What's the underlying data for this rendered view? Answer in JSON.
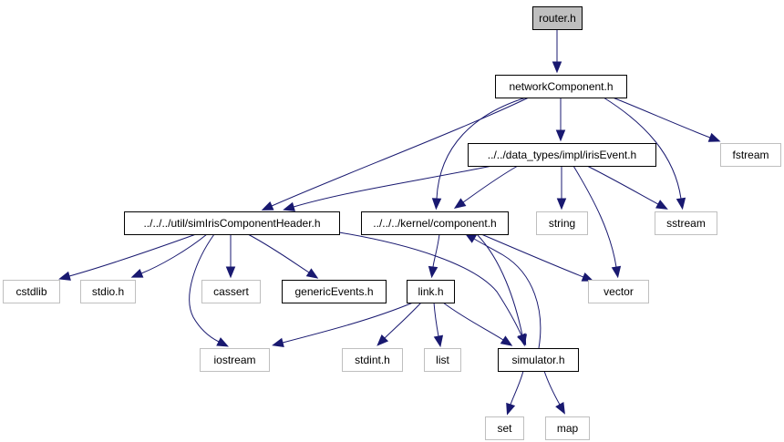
{
  "colors": {
    "edge": "#191970",
    "root_fill": "#bfbfbf",
    "documented_border": "#000000",
    "external_border": "#bfbfbf",
    "text": "#000000"
  },
  "nodes": [
    {
      "id": "router",
      "label": "router.h",
      "kind": "root"
    },
    {
      "id": "networkComponent",
      "label": "networkComponent.h",
      "kind": "documented"
    },
    {
      "id": "irisEvent",
      "label": "../../data_types/impl/irisEvent.h",
      "kind": "documented"
    },
    {
      "id": "fstream",
      "label": "fstream",
      "kind": "external"
    },
    {
      "id": "simIris",
      "label": "../../../util/simIrisComponentHeader.h",
      "kind": "documented"
    },
    {
      "id": "component",
      "label": "../../../kernel/component.h",
      "kind": "documented"
    },
    {
      "id": "string",
      "label": "string",
      "kind": "external"
    },
    {
      "id": "sstream",
      "label": "sstream",
      "kind": "external"
    },
    {
      "id": "cstdlib",
      "label": "cstdlib",
      "kind": "external"
    },
    {
      "id": "stdio",
      "label": "stdio.h",
      "kind": "external"
    },
    {
      "id": "cassert",
      "label": "cassert",
      "kind": "external"
    },
    {
      "id": "genericEvents",
      "label": "genericEvents.h",
      "kind": "documented"
    },
    {
      "id": "link",
      "label": "link.h",
      "kind": "documented"
    },
    {
      "id": "vector",
      "label": "vector",
      "kind": "external"
    },
    {
      "id": "iostream",
      "label": "iostream",
      "kind": "external"
    },
    {
      "id": "stdint",
      "label": "stdint.h",
      "kind": "external"
    },
    {
      "id": "list",
      "label": "list",
      "kind": "external"
    },
    {
      "id": "simulator",
      "label": "simulator.h",
      "kind": "documented"
    },
    {
      "id": "set",
      "label": "set",
      "kind": "external"
    },
    {
      "id": "map",
      "label": "map",
      "kind": "external"
    }
  ],
  "edges": [
    {
      "from": "router",
      "to": "networkComponent"
    },
    {
      "from": "networkComponent",
      "to": "irisEvent"
    },
    {
      "from": "networkComponent",
      "to": "fstream"
    },
    {
      "from": "networkComponent",
      "to": "sstream"
    },
    {
      "from": "networkComponent",
      "to": "simIris"
    },
    {
      "from": "networkComponent",
      "to": "component"
    },
    {
      "from": "irisEvent",
      "to": "simIris"
    },
    {
      "from": "irisEvent",
      "to": "component"
    },
    {
      "from": "irisEvent",
      "to": "string"
    },
    {
      "from": "irisEvent",
      "to": "sstream"
    },
    {
      "from": "irisEvent",
      "to": "vector"
    },
    {
      "from": "simIris",
      "to": "cstdlib"
    },
    {
      "from": "simIris",
      "to": "stdio"
    },
    {
      "from": "simIris",
      "to": "cassert"
    },
    {
      "from": "simIris",
      "to": "genericEvents"
    },
    {
      "from": "simIris",
      "to": "iostream"
    },
    {
      "from": "simIris",
      "to": "simulator"
    },
    {
      "from": "component",
      "to": "link"
    },
    {
      "from": "component",
      "to": "vector"
    },
    {
      "from": "component",
      "to": "simulator"
    },
    {
      "from": "link",
      "to": "iostream"
    },
    {
      "from": "link",
      "to": "stdint"
    },
    {
      "from": "link",
      "to": "list"
    },
    {
      "from": "link",
      "to": "simulator"
    },
    {
      "from": "simulator",
      "to": "component"
    },
    {
      "from": "simulator",
      "to": "set"
    },
    {
      "from": "simulator",
      "to": "map"
    }
  ]
}
